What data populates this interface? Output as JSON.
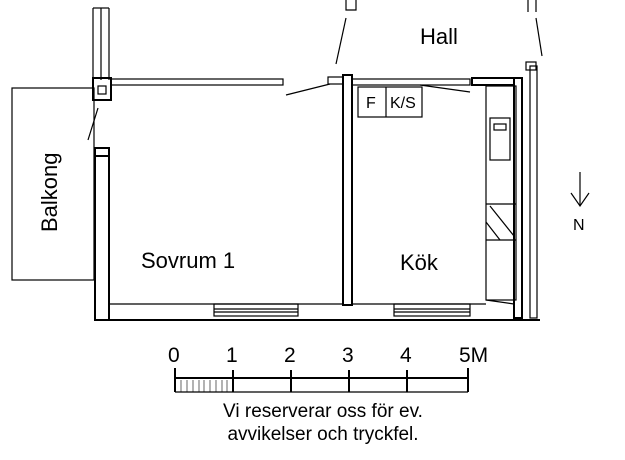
{
  "rooms": {
    "hall": "Hall",
    "balkong": "Balkong",
    "sovrum": "Sovrum 1",
    "kok": "Kök"
  },
  "fixtures": {
    "fridge": "F",
    "fridge_freezer": "K/S"
  },
  "compass": {
    "label": "N"
  },
  "scale": {
    "ticks": [
      "0",
      "1",
      "2",
      "3",
      "4",
      "5M"
    ]
  },
  "disclaimer": {
    "line1": "Vi reserverar oss för ev.",
    "line2": "avvikelser och tryckfel."
  }
}
